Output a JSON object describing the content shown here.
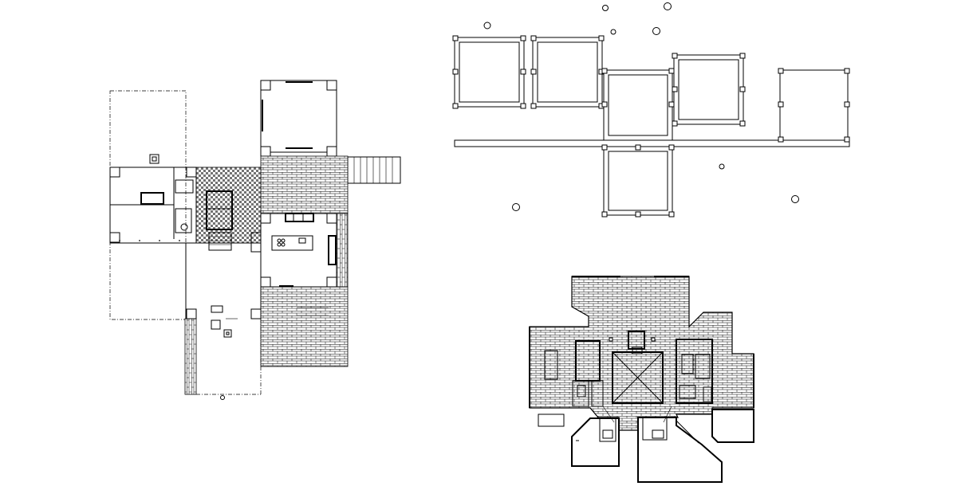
{
  "drawing": {
    "kind": "architectural floor plans",
    "colors": {
      "line": "#000000",
      "background": "#ffffff",
      "paving": "#000000"
    }
  },
  "plans": [
    {
      "id": "plan-a",
      "label": ""
    },
    {
      "id": "plan-b",
      "label": ""
    },
    {
      "id": "plan-c",
      "label": ""
    }
  ]
}
